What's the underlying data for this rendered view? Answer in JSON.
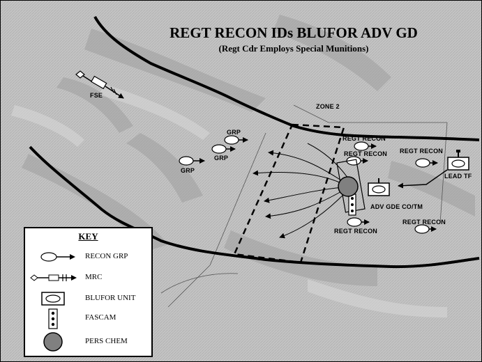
{
  "title": "REGT RECON IDs BLUFOR ADV GD",
  "subtitle": "(Regt Cdr Employs Special Munitions)",
  "labels": {
    "fse": "FSE",
    "zone2": "ZONE 2",
    "grp_top": "GRP",
    "grp_mid": "GRP",
    "grp_left": "GRP",
    "regt_recon_1": "REGT RECON",
    "regt_recon_2": "REGT RECON",
    "regt_recon_3": "REGT RECON",
    "regt_recon_4": "REGT RECON",
    "regt_recon_5": "REGT RECON",
    "lead_tf": "LEAD TF",
    "adv_gde": "ADV GDE CO/TM"
  },
  "key": {
    "title": "KEY",
    "items": [
      {
        "icon": "recon-group-icon",
        "label": "RECON GRP"
      },
      {
        "icon": "mrc-icon",
        "label": "MRC"
      },
      {
        "icon": "blufor-unit-icon",
        "label": "BLUFOR UNIT"
      },
      {
        "icon": "fascam-icon",
        "label": "FASCAM"
      },
      {
        "icon": "pers-chem-icon",
        "label": "PERS CHEM"
      }
    ]
  },
  "colors": {
    "terrain": "#bdbdbd",
    "boundary": "#000000",
    "chem": "#808080"
  }
}
